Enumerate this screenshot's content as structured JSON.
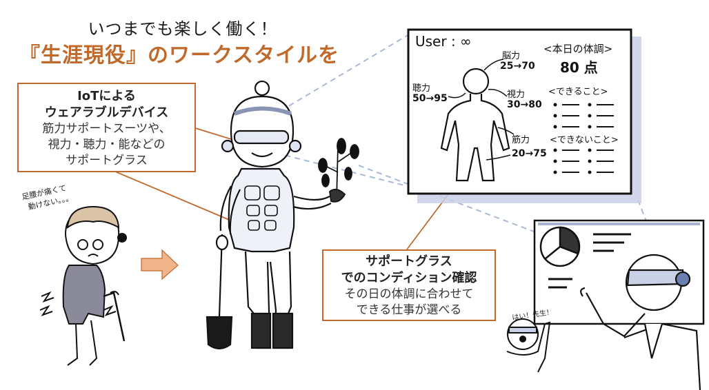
{
  "header": {
    "subtitle": "いつまでも楽しく働く！",
    "title": "『生涯現役』のワークスタイルを"
  },
  "callout_iot": {
    "heading_line1": "IoTによる",
    "heading_line2": "ウェアラブルデバイス",
    "body_line1": "筋力サポートスーツや、",
    "body_line2": "視力・聴力・能などの",
    "body_line3": "サポートグラス"
  },
  "callout_glass": {
    "heading_line1": "サポートグラス",
    "heading_line2": "でのコンディション確認",
    "body_line1": "その日の体調に合わせて",
    "body_line2": "できる仕事が選べる"
  },
  "elder": {
    "speech_line1": "足腰が痛くて",
    "speech_line2": "動けない。。。"
  },
  "student": {
    "speech": "はい！先生！"
  },
  "display": {
    "user_label": "User : ∞",
    "condition_header": "<本日の体調>",
    "condition_score": "80 点",
    "can_do_header": "<できること>",
    "cannot_do_header": "<できないこと>",
    "stats": [
      {
        "label": "脳力",
        "value": "25→70"
      },
      {
        "label": "聴力",
        "value": "50→95"
      },
      {
        "label": "視力",
        "value": "30→80"
      },
      {
        "label": "筋力",
        "value": "20→75"
      }
    ]
  },
  "colors": {
    "accent": "#c0692a",
    "arrow_fill": "#f0b48a",
    "frame_shadow": "#c9cfe6",
    "dashed_line": "#a9b8d8"
  }
}
